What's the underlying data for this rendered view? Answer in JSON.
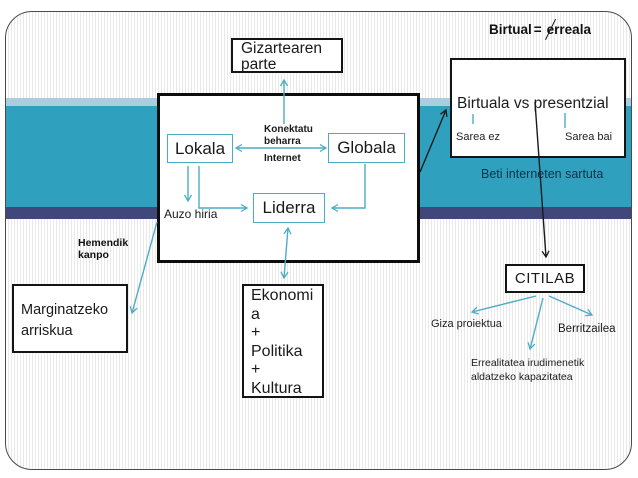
{
  "colors": {
    "accent_teal": "#4BACC6",
    "band_light_blue": "#AACEE0",
    "band_teal": "#2FA1BE",
    "band_navy": "#42477B",
    "arrow_black": "#1a1a1a"
  },
  "title": {
    "prefix": "Birtual",
    "eq": "=",
    "suffix": "erreala"
  },
  "boxes": {
    "gizartearen": {
      "line1": "Gizartearen",
      "line2": "parte"
    },
    "lokala": {
      "label": "Lokala"
    },
    "globala": {
      "label": "Globala"
    },
    "liderra": {
      "label": "Liderra"
    },
    "birtuala": {
      "title": "Birtuala vs presentzial",
      "left_option": "Sarea ez",
      "right_option": "Sarea bai"
    },
    "marginatzeko": {
      "line1": "Marginatzeko",
      "line2": "arriskua"
    },
    "ekonomia": {
      "lines": [
        "Ekonomi",
        "a",
        "+",
        "Politika",
        "+",
        "Kultura"
      ]
    },
    "citilab": {
      "label": "CITILAB"
    }
  },
  "labels": {
    "konektatu_line1": "Konektatu",
    "konektatu_line2": "beharra",
    "internet": "Internet",
    "auzo_hiria": "Auzo hiria",
    "hemendik_line1": "Hemendik",
    "hemendik_line2": "kanpo",
    "beti_interneten": "Beti interneten sartuta",
    "giza_proiektua": "Giza proiektua",
    "berritzailea": "Berritzailea",
    "errealitatea_line1": "Errealitatea irudimenetik",
    "errealitatea_line2": "aldatzeko kapazitatea"
  }
}
